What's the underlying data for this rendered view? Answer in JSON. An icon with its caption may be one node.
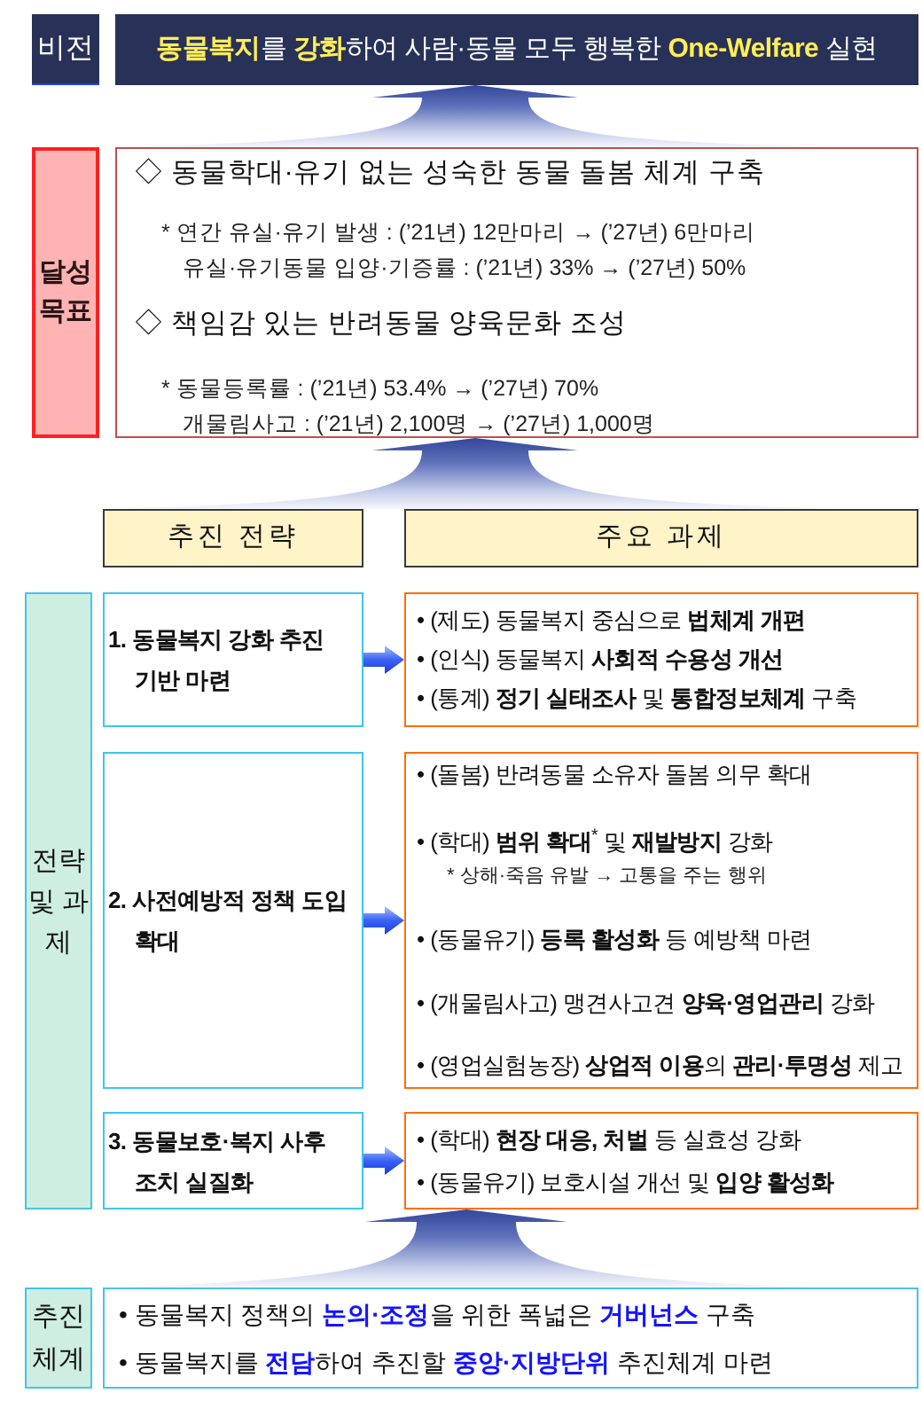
{
  "diagram": {
    "nodes": [
      {
        "text": [
          "비전"
        ]
      },
      {
        "text": [
          "**동물복지**를 **강화**하여 사람·동물 모두 행복한 **One-Welfare** 실현"
        ]
      },
      {
        "text": [
          "달성목표"
        ]
      },
      {
        "text": [
          "◇ 동물학대·유기 없는 성숙한 동물 돌봄 체계 구축",
          "* 연간 유실·유기 발생 : (’21년) 12만마리 → (’27년) 6만마리",
          "유실·유기동물 입양·기증률 : (’21년) 33% → (’27년) 50%",
          "◇ 책임감 있는 반려동물 양육문화 조성",
          "* 동물등록률 : (’21년) 53.4% → (’27년) 70%",
          "개물림사고 : (’21년) 2,100명 → (’27년) 1,000명"
        ]
      },
      {
        "text": [
          "추진 전략"
        ]
      },
      {
        "text": [
          "주요 과제"
        ]
      },
      {
        "text": [
          "전략 및 과제"
        ]
      },
      {
        "text": [
          "1. 동물복지 강화 추진 기반 마련"
        ]
      },
      {
        "text": [
          "• (제도) 동물복지 중심으로 **법체계 개편**",
          "• (인식) 동물복지 **사회적 수용성 개선**",
          "• (통계) **정기 실태조사** 및 **통합정보체계** 구축"
        ]
      },
      {
        "text": [
          "2. 사전예방적 정책 도입 확대"
        ]
      },
      {
        "text": [
          "• (돌봄) 반려동물 소유자 돌봄 의무 확대",
          "• (학대) **범위 확대**$^{*}$ 및 **재발방지** 강화",
          "* 상해·죽음 유발 → 고통을 주는 행위",
          "• (동물유기) **등록 활성화** 등 예방책 마련",
          "• (개물림사고) 맹견사고견 **양육·영업관리** 강화",
          "• (영업실험농장) **상업적 이용**의 **관리·투명성** 제고"
        ]
      },
      {
        "text": [
          "3. 동물보호·복지 사후 조치 실질화"
        ]
      },
      {
        "text": [
          "• (학대) **현장 대응, 처벌** 등 실효성 강화",
          "• (동물유기) 보호시설 개선 및 **입양 활성화**"
        ]
      },
      {
        "text": [
          "추진체계"
        ]
      },
      {
        "text": [
          "• 동물복지 정책의 **논의·조정**을 위한 폭넓은 **거버넌스** 구축",
          "• 동물복지를 **전담**하여 추진할 **중앙·지방단위** 추진체계 마련"
        ]
      }
    ],
    "edges": [
      {
        "from": 3,
        "to": 1,
        "arrow": "to",
        "style": "thick"
      },
      {
        "from": 5,
        "to": 3,
        "arrow": "to",
        "style": "thick"
      },
      {
        "from": 7,
        "to": 8,
        "arrow": "to"
      },
      {
        "from": 9,
        "to": 10,
        "arrow": "to"
      },
      {
        "from": 11,
        "to": 12,
        "arrow": "to"
      },
      {
        "from": 14,
        "to": 12,
        "arrow": "to",
        "style": "thick"
      }
    ]
  }
}
